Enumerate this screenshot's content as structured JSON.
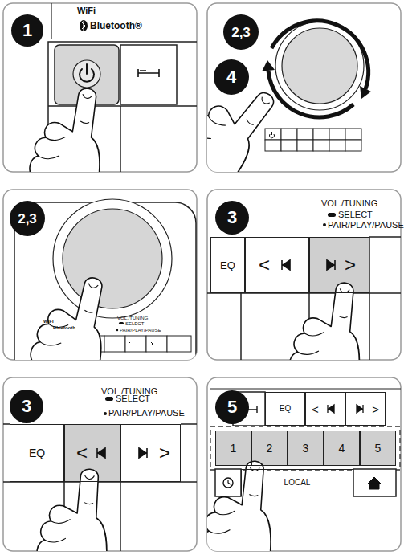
{
  "diagram": {
    "nodes": [
      {
        "text": [
          "1"
        ]
      },
      {
        "text": [
          "2,3"
        ]
      },
      {
        "text": [
          "4"
        ]
      },
      {
        "text": [
          "2,3"
        ]
      },
      {
        "text": [
          "3"
        ]
      },
      {
        "text": [
          "EQ"
        ]
      },
      {
        "text": [
          "<"
        ]
      },
      {
        "text": [
          ">"
        ]
      },
      {
        "text": [
          "3"
        ]
      },
      {
        "text": [
          "EQ"
        ]
      },
      {
        "text": [
          "<"
        ]
      },
      {
        "text": [
          ">"
        ]
      },
      {
        "text": [
          "5"
        ]
      },
      {
        "text": [
          "EQ"
        ]
      },
      {
        "text": [
          "<"
        ]
      },
      {
        "text": [
          ">"
        ]
      },
      {
        "text": [
          "1"
        ]
      },
      {
        "text": [
          "2"
        ]
      },
      {
        "text": [
          "3"
        ]
      },
      {
        "text": [
          "4"
        ]
      },
      {
        "text": [
          "5"
        ]
      },
      {
        "text": [
          "LOCAL"
        ]
      }
    ],
    "labels": [
      "WiFi",
      "Bluetooth®",
      "WiFi",
      "Bluetooth",
      "VOL./TUNING",
      "SELECT",
      "PAIR/PLAY/PAUSE",
      "VOL./TUNING",
      "SELECT",
      "PAIR/PLAY/PAUSE",
      "VOL./TUNING",
      "SELECT",
      "PAIR/PLAY/PAUSE"
    ]
  }
}
